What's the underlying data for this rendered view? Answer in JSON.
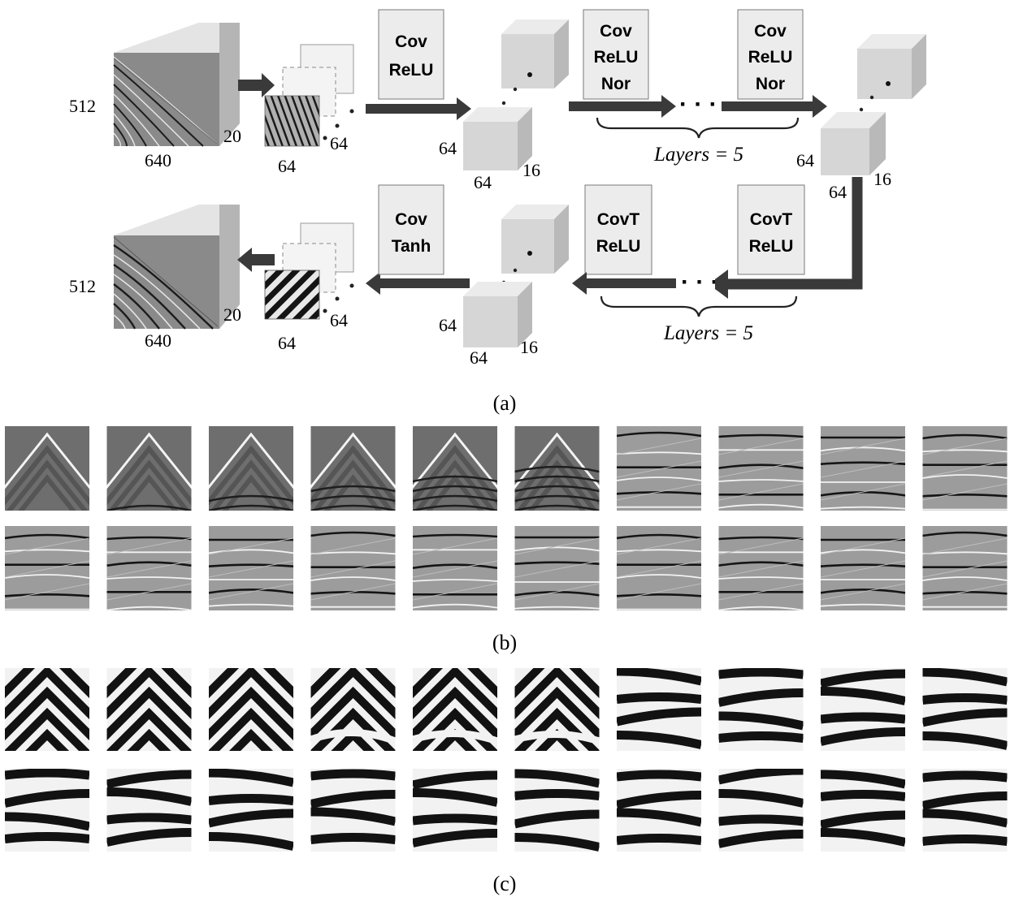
{
  "diagram": {
    "encoder": {
      "input_cube": {
        "height": "512",
        "width": "640",
        "depth": "20"
      },
      "patch": {
        "size": "64",
        "stack": "64"
      },
      "block1": {
        "line1": "Cov",
        "line2": "ReLU"
      },
      "block2": {
        "line1": "Cov",
        "line2": "ReLU",
        "line3": "Nor"
      },
      "block3": {
        "line1": "Cov",
        "line2": "ReLU",
        "line3": "Nor"
      },
      "feature1": {
        "height": "64",
        "width": "64",
        "depth": "16"
      },
      "feature2": {
        "height": "64",
        "width": "64",
        "depth": "16"
      },
      "ellipsis": "· · ·",
      "layers_label": "Layers = 5"
    },
    "decoder": {
      "block1": {
        "line1": "CovT",
        "line2": "ReLU"
      },
      "block2": {
        "line1": "CovT",
        "line2": "ReLU"
      },
      "block3": {
        "line1": "Cov",
        "line2": "Tanh"
      },
      "feature": {
        "height": "64",
        "width": "64",
        "depth": "16"
      },
      "output_cube": {
        "height": "512",
        "width": "640",
        "depth": "20"
      },
      "patch": {
        "size": "64",
        "stack": "64"
      },
      "ellipsis": "· · ·",
      "layers_label": "Layers = 5"
    }
  },
  "captions": {
    "a": "(a)",
    "b": "(b)",
    "c": "(c)"
  },
  "colors": {
    "arrow": "#3a3a3a",
    "box_fill": "#ececec",
    "box_stroke": "#7a7a7a",
    "cube_front": "#d6d6d6",
    "cube_top": "#e9e9e9",
    "cube_side": "#b9b9b9"
  },
  "grids": {
    "b": {
      "rows": 2,
      "cols": 10
    },
    "c": {
      "rows": 2,
      "cols": 10
    }
  }
}
